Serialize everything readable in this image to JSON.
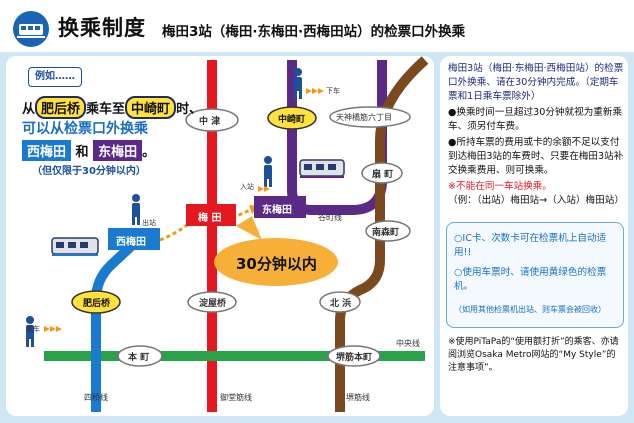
{
  "header": {
    "title": "换乘制度",
    "subtitle": "梅田3站（梅田·东梅田·西梅田站）的检票口外换乘"
  },
  "example": {
    "badge": "例如……",
    "from_station": "肥后桥",
    "ride_text": "乘车至",
    "to_station": "中崎町",
    "time_suffix": "时、",
    "can_transfer": "可以从检票口外换乘",
    "west_umeda": "西梅田",
    "and_text": "和",
    "east_umeda": "东梅田",
    "period": "。",
    "note": "（但仅限于30分钟以内）"
  },
  "map": {
    "stations": {
      "nakatsu": "中 津",
      "nakazakicho": "中崎町",
      "tenjinbashi": "天神橋筋六丁目",
      "umeda": "梅 田",
      "higashiumeda": "东梅田",
      "nishiumeda": "西梅田",
      "ogimachi": "扇 町",
      "minamimorimachi": "南森町",
      "higobashi": "肥后桥",
      "yodoyabashi": "淀屋桥",
      "kitahama": "北 浜",
      "honmachi": "本 町",
      "sakaisuji_honmachi": "堺筋本町"
    },
    "lines": {
      "tanimachi": "谷町线",
      "yotsubashi": "四桥线",
      "midosuji": "御堂筋线",
      "sakaisuji": "堺筋线",
      "chuo": "中央线"
    },
    "labels": {
      "board": "乘车",
      "exit": "出站",
      "enter": "入站",
      "alight": "下车",
      "time_limit": "30分钟以内"
    },
    "colors": {
      "midosuji": "#e5171f",
      "tanimachi": "#5b2a86",
      "yotsubashi": "#1a7ad0",
      "sakaisuji": "#7a4a1e",
      "chuo": "#29a24a"
    }
  },
  "info": {
    "intro": "梅田3站（梅田·东梅田·西梅田站）的检票口外换乘、请在30分钟内完成。（定期车票和1日乘车票除外）",
    "bullets": [
      "●换乘时间一旦超过30分钟就视为重新乘车、须另付车费。",
      "●所持车票的费用或卡的余额不足以支付到达梅田3站的车费时、只要在梅田3站补交换乘费用、则可换乘。"
    ],
    "warning": "※不能在同一车站换乘。",
    "warning_example": "（例：（出站）梅田站→（入站）梅田站）",
    "ic": [
      "○IC卡、次数卡可在检票机上自动适用!!",
      "○使用车票时、请使用黄绿色的检票机。"
    ],
    "ic_note": "（如用其他检票机出站、则车票会被回收）",
    "pitapa": "※使用PiTaPa的“使用额打折”的乘客、亦请阅浏览Osaka Metro网站的“My Style”的注意事项”。"
  }
}
